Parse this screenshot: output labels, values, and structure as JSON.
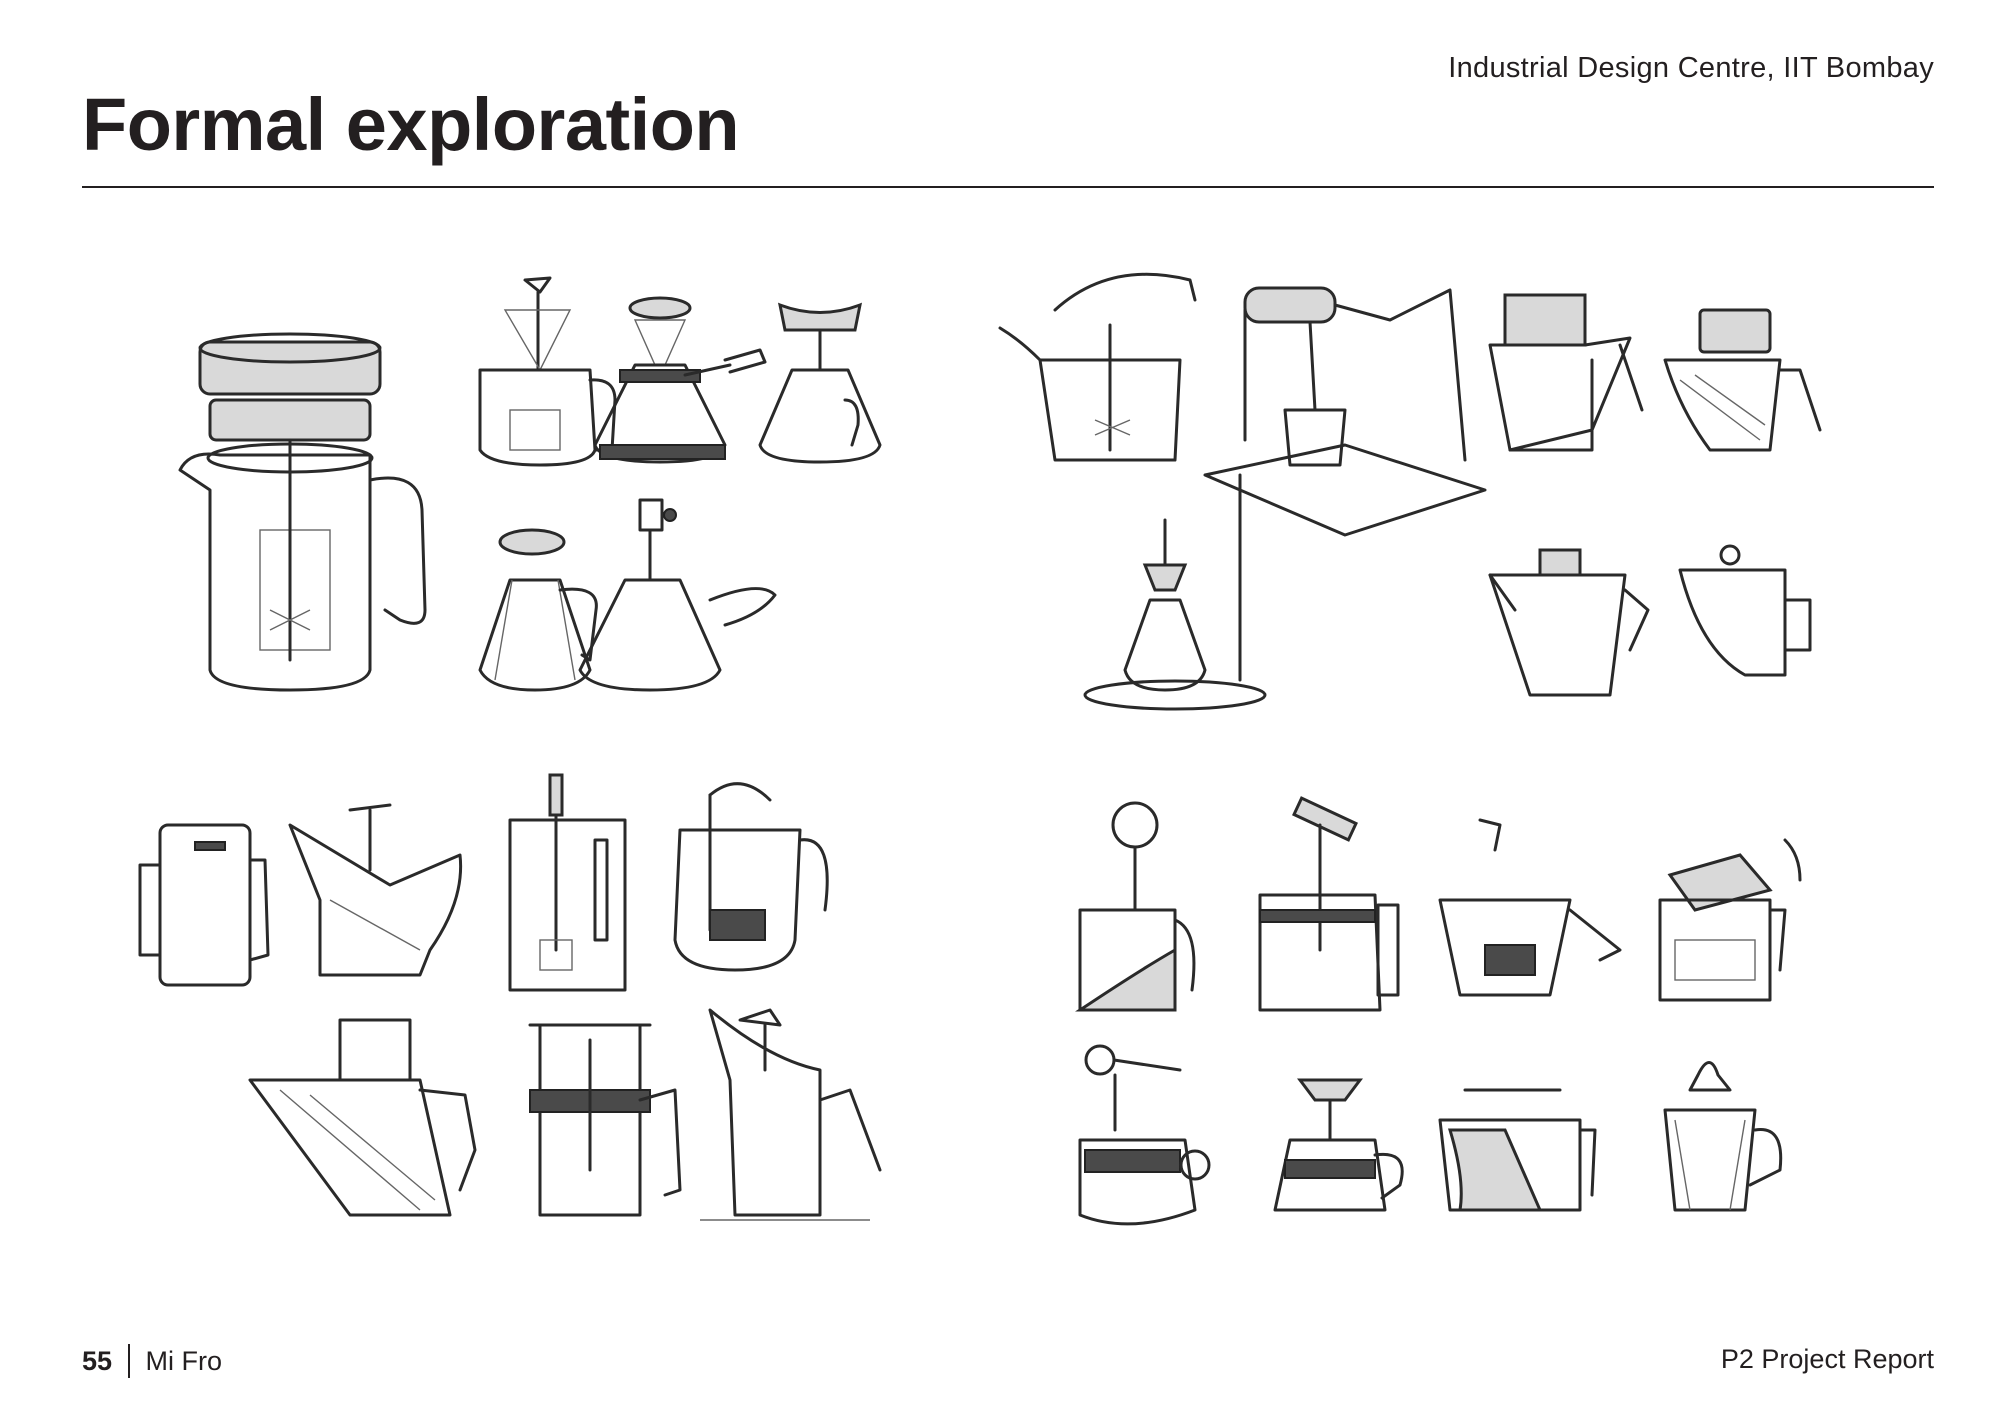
{
  "header": {
    "institute": "Industrial Design Centre, IIT Bombay",
    "title": "Formal exploration"
  },
  "footer": {
    "page_number": "55",
    "project_name": "Mi Fro",
    "report_label": "P2 Project Report"
  }
}
